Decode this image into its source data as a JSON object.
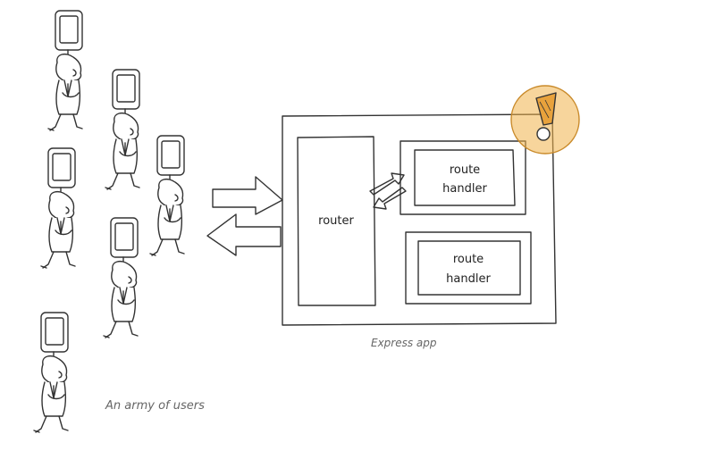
{
  "diagram": {
    "users_caption": "An army of users",
    "app_caption": "Express app",
    "router_label": "router",
    "handlers": [
      {
        "line1": "route",
        "line2": "handler"
      },
      {
        "line1": "route",
        "line2": "handler"
      }
    ],
    "warning_color": "#f0b24a",
    "icons": [
      "user-with-phone-icon",
      "arrow-right-icon",
      "arrow-left-icon",
      "exclamation-icon"
    ]
  }
}
